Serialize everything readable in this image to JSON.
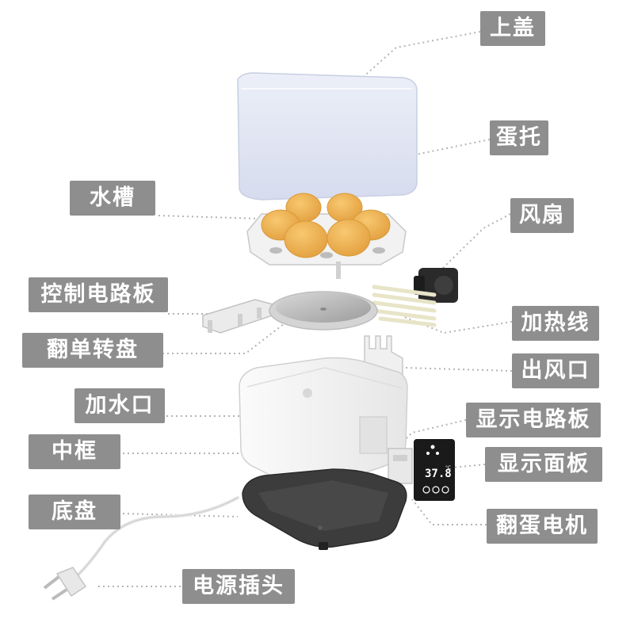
{
  "colors": {
    "label_bg": "#8e8e8e",
    "label_text": "#ffffff",
    "leader_line": "#b4b4b4",
    "egg": "#f2b552",
    "base": "#3c3c3c",
    "body": "#f4f4f4",
    "lid": "#dfe4f2"
  },
  "labels": {
    "top_cover": "上盖",
    "egg_tray": "蛋托",
    "water_tank": "水槽",
    "fan": "风扇",
    "control_board": "控制电路板",
    "heating_wire": "加热线",
    "turn_plate": "翻单转盘",
    "air_outlet": "出风口",
    "water_inlet": "加水口",
    "display_board": "显示电路板",
    "middle_frame": "中框",
    "display_panel": "显示面板",
    "base_plate": "底盘",
    "turning_motor": "翻蛋电机",
    "power_plug": "电源插头"
  },
  "display": {
    "temperature": "37.8",
    "unit": "°C"
  }
}
